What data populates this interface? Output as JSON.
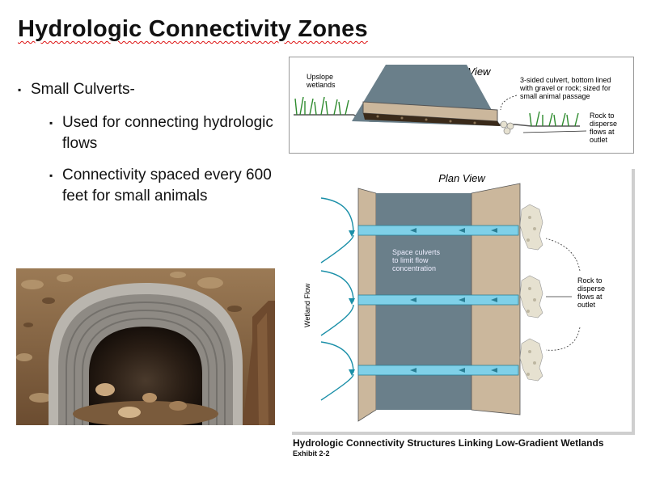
{
  "slide": {
    "title": "Hydrologic Connectivity Zones",
    "bullets": {
      "level1": "Small Culverts-",
      "level2": [
        "Used for connecting hydrologic flows",
        "Connectivity spaced every 600 feet for small animals"
      ]
    },
    "bullet_glyph": "▪",
    "colors": {
      "background": "#ffffff",
      "spellcheck_underline": "#dd1111",
      "water_blue": "#7fd0e8",
      "road_gray": "#6a7f8a",
      "embankment_tan": "#cbb79c",
      "arrow_teal": "#1a8fa8"
    }
  },
  "section_view": {
    "title": "Section View",
    "label_upslope": [
      "Upslope",
      "wetlands"
    ],
    "label_culvert": [
      "3-sided culvert, bottom lined",
      "with gravel or rock; sized for",
      "small animal passage"
    ],
    "label_rock": [
      "Rock to",
      "disperse",
      "flows at",
      "outlet"
    ]
  },
  "plan_view": {
    "title": "Plan View",
    "label_space": [
      "Space culverts",
      "to limit flow",
      "concentration"
    ],
    "label_rock": [
      "Rock to",
      "disperse",
      "flows at",
      "outlet"
    ],
    "label_wetland": "Wetland Flow"
  },
  "figure": {
    "caption": "Hydrologic Connectivity Structures Linking Low-Gradient Wetlands",
    "exhibit": "Exhibit 2-2"
  },
  "photo": {
    "subject": "corrugated metal culvert opening with rocks",
    "icon": "culvert-photo"
  }
}
